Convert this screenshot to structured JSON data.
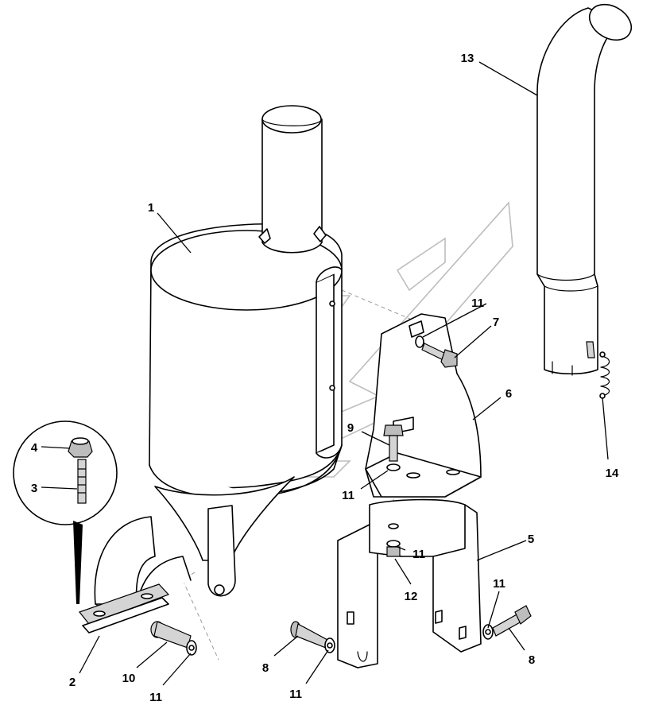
{
  "diagram": {
    "type": "exploded-parts-view",
    "subject": "exhaust muffler assembly",
    "callouts": {
      "c1": "1",
      "c2": "2",
      "c3": "3",
      "c4": "4",
      "c5": "5",
      "c6": "6",
      "c7": "7",
      "c8a": "8",
      "c8b": "8",
      "c9": "9",
      "c10": "10",
      "c11a": "11",
      "c11b": "11",
      "c11c": "11",
      "c11d": "11",
      "c11e": "11",
      "c11f": "11",
      "c12": "12",
      "c13": "13",
      "c14": "14"
    },
    "colors": {
      "line": "#000000",
      "shading": "#d4d4d4",
      "watermark": "#888888",
      "background": "#ffffff"
    }
  }
}
